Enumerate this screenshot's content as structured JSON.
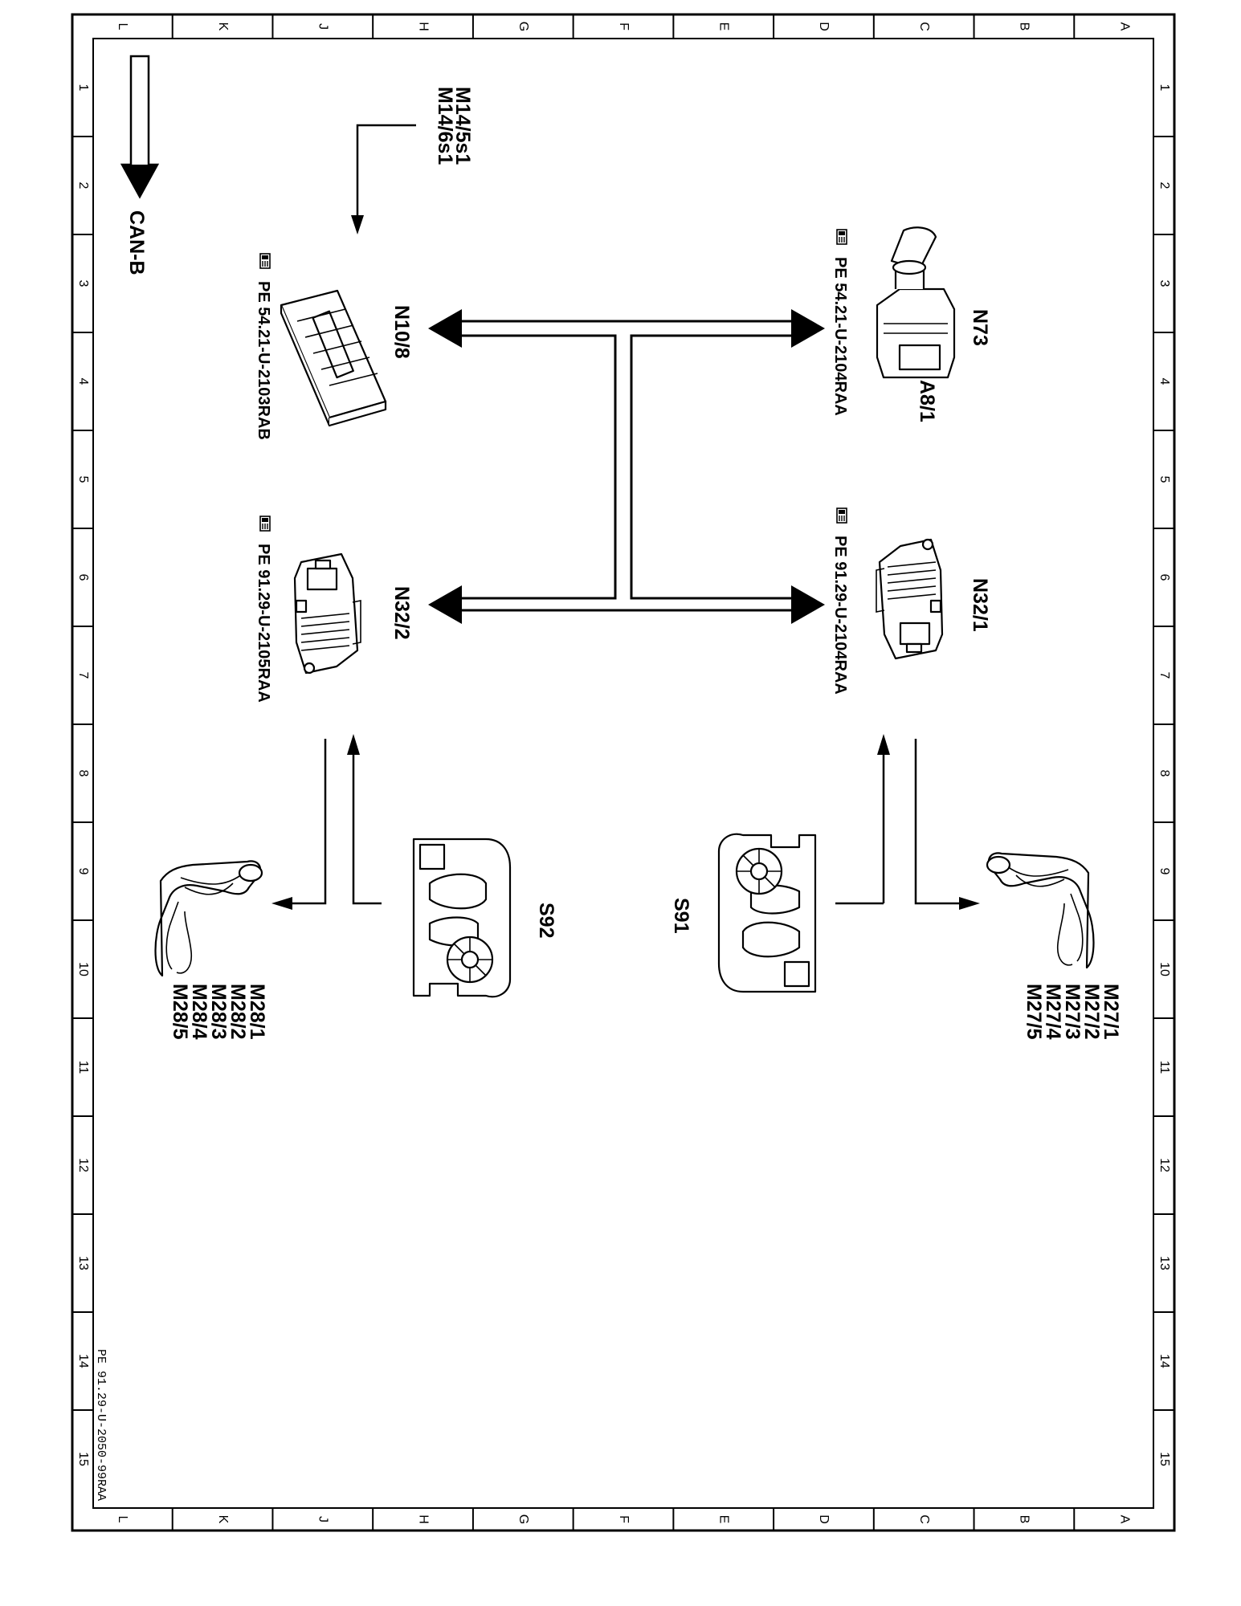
{
  "can_bus": {
    "label": "CAN-B"
  },
  "source": {
    "lines": [
      "M14/5s1",
      "M14/6s1"
    ]
  },
  "components": {
    "n73": {
      "label": "N73",
      "sub_label": "A8/1",
      "ref": "PE 54.21-U-2104RAA",
      "icon": "ignition-switch-icon"
    },
    "n10_8": {
      "label": "N10/8",
      "ref": "PE 54.21-U-2103RAB",
      "icon": "control-module-icon"
    },
    "n32_1": {
      "label": "N32/1",
      "ref": "PE 91.29-U-2104RAA",
      "icon": "seat-control-unit-icon"
    },
    "n32_2": {
      "label": "N32/2",
      "ref": "PE 91.29-U-2105RAA",
      "icon": "seat-control-unit-icon"
    },
    "s91": {
      "label": "S91",
      "icon": "seat-switch-icon"
    },
    "s92": {
      "label": "S92",
      "icon": "seat-switch-icon"
    },
    "m27": {
      "lines": [
        "M27/1",
        "M27/2",
        "M27/3",
        "M27/4",
        "M27/5"
      ],
      "icon": "seat-icon"
    },
    "m28": {
      "lines": [
        "M28/1",
        "M28/2",
        "M28/3",
        "M28/4",
        "M28/5"
      ],
      "icon": "seat-icon"
    }
  },
  "border": {
    "letters": [
      "A",
      "B",
      "C",
      "D",
      "E",
      "F",
      "G",
      "H",
      "J",
      "K",
      "L"
    ],
    "numbers": [
      "1",
      "2",
      "3",
      "4",
      "5",
      "6",
      "7",
      "8",
      "9",
      "10",
      "11",
      "12",
      "13",
      "14",
      "15"
    ]
  },
  "document_id": "PE 91.29-U-2050-99RAA",
  "reference_icon": "hand-pointer-icon"
}
